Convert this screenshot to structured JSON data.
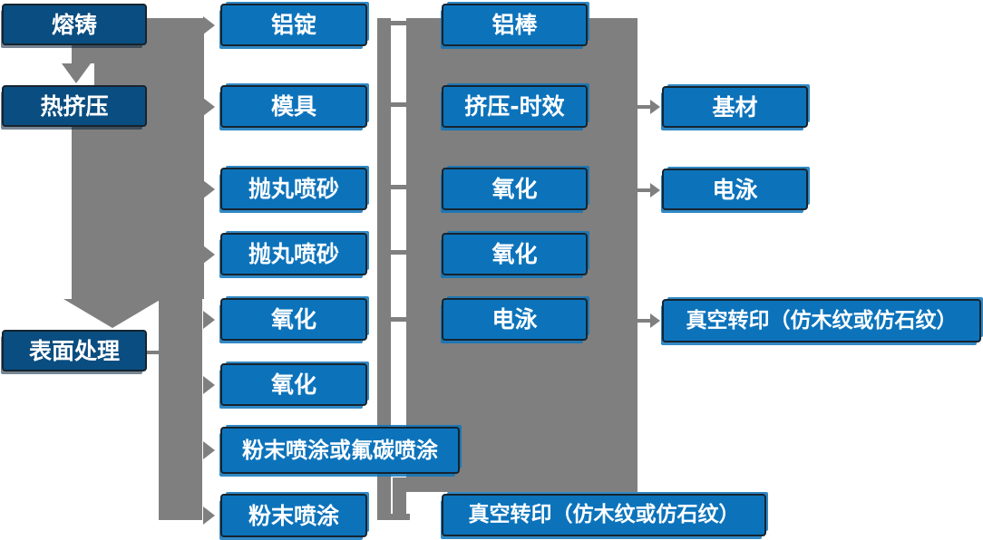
{
  "diagram": {
    "description": "Aluminium profile production process flowchart",
    "stages": {
      "items": [
        {
          "label": "熔铸"
        },
        {
          "label": "热挤压"
        },
        {
          "label": "表面处理"
        }
      ]
    },
    "processes": {
      "items": [
        {
          "label": "铝锭"
        },
        {
          "label": "模具"
        },
        {
          "label": "抛丸喷砂"
        },
        {
          "label": "抛丸喷砂"
        },
        {
          "label": "氧化"
        },
        {
          "label": "氧化"
        },
        {
          "label": "粉末喷涂或氟碳喷涂"
        },
        {
          "label": "粉末喷涂"
        }
      ]
    },
    "intermediates": {
      "items": [
        {
          "label": "铝棒"
        },
        {
          "label": "挤压-时效"
        },
        {
          "label": "氧化"
        },
        {
          "label": "氧化"
        },
        {
          "label": "电泳"
        },
        {
          "label": "真空转印（仿木纹或仿石纹）"
        }
      ]
    },
    "outputs": {
      "items": [
        {
          "label": "基材"
        },
        {
          "label": "电泳"
        },
        {
          "label": "真空转印（仿木纹或仿石纹）"
        }
      ]
    },
    "colors": {
      "stage_box": "#0a4d80",
      "process_box": "#0c73bb",
      "box_border": "#16242f",
      "connector_gray": "#7f7f7f",
      "text": "#ffffff",
      "background": "#ffffff"
    }
  }
}
